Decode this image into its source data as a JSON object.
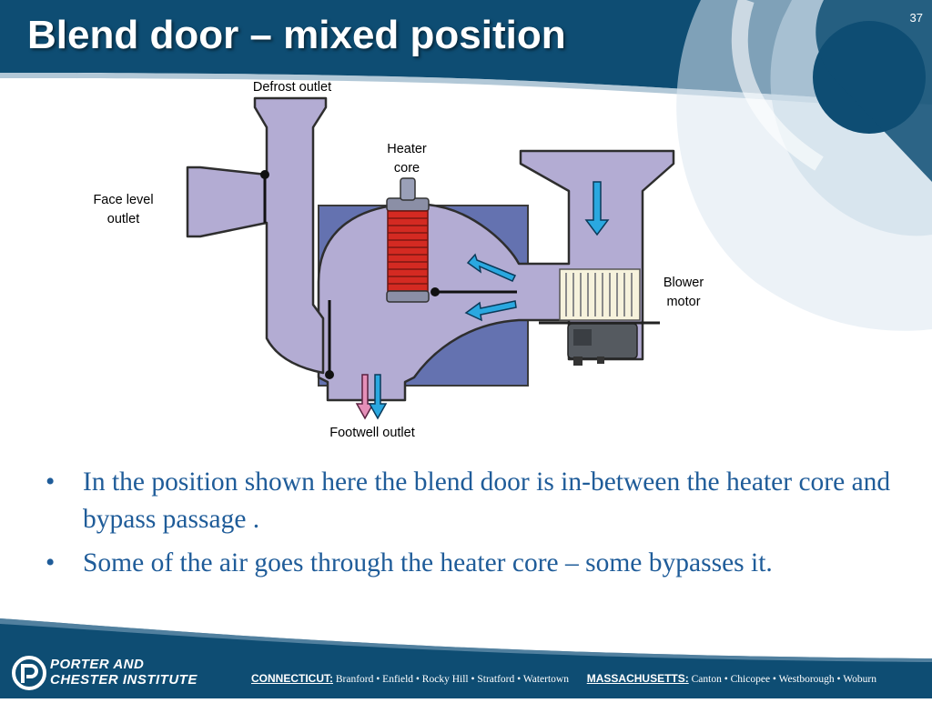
{
  "slide": {
    "title": "Blend door – mixed position",
    "number": "37"
  },
  "diagram": {
    "labels": {
      "defrost": "Defrost outlet",
      "heater_line1": "Heater",
      "heater_line2": "core",
      "face_line1": "Face level",
      "face_line2": "outlet",
      "blower_line1": "Blower",
      "blower_line2": "motor",
      "footwell": "Footwell outlet"
    }
  },
  "bullets": [
    "In the position shown here the blend door is in-between the heater core and bypass passage .",
    "Some of the air goes through the heater core – some bypasses it."
  ],
  "footer": {
    "logo_line1": "PORTER AND",
    "logo_line2": "CHESTER INSTITUTE",
    "ct_label": "CONNECTICUT:",
    "ct_locations": "Branford • Enfield • Rocky Hill • Stratford • Watertown",
    "ma_label": "MASSACHUSETTS:",
    "ma_locations": "Canton • Chicopee • Westborough • Woburn"
  },
  "colors": {
    "header_blue": "#0e4d73",
    "duct_lavender": "#b3acd3",
    "housing_blue": "#6472b0",
    "heater_red": "#d42a22",
    "arrow_blue": "#2aa8e0",
    "arrow_pink": "#e58fb8",
    "text_blue": "#1f5c99"
  },
  "icons": {
    "logo": "porter-chester-logo-icon"
  }
}
